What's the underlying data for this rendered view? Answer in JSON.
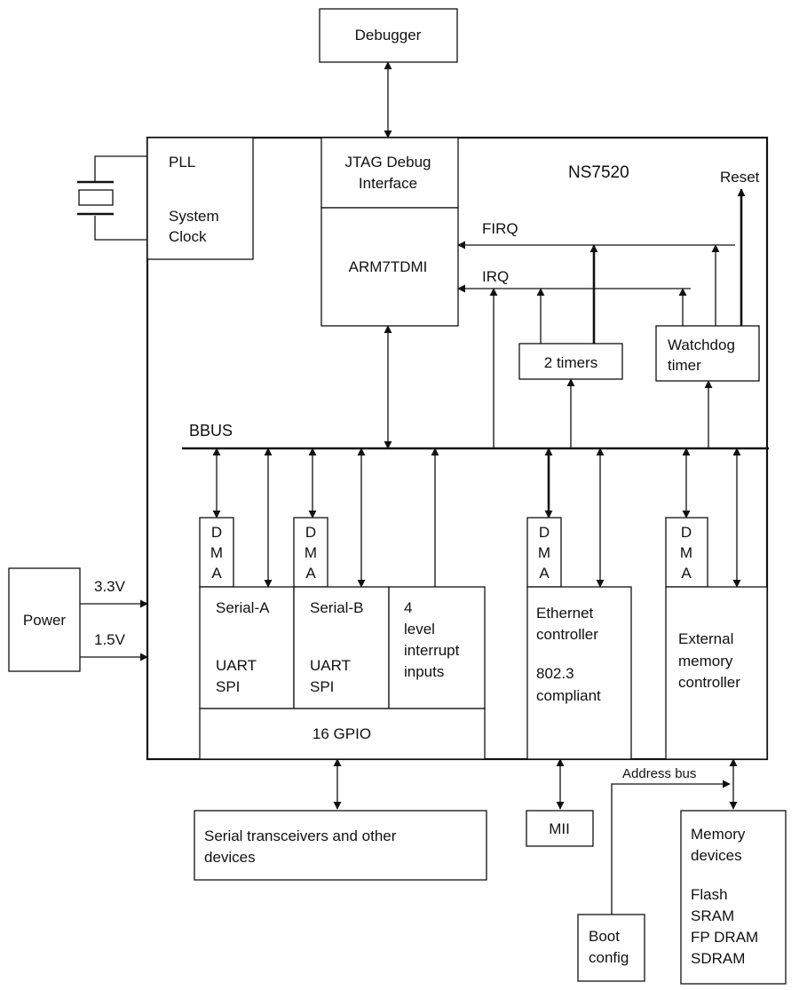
{
  "chip_title": "NS7520",
  "external": {
    "debugger": "Debugger",
    "power": "Power",
    "serial_devices": [
      "Serial transceivers and other",
      "devices"
    ],
    "mii": "MII",
    "memory_devices": [
      "Memory",
      "devices",
      "Flash",
      "SRAM",
      "FP DRAM",
      "SDRAM"
    ],
    "boot_config": [
      "Boot",
      "config"
    ]
  },
  "blocks": {
    "pll": [
      "PLL",
      "System",
      "Clock"
    ],
    "jtag": [
      "JTAG Debug",
      "Interface"
    ],
    "cpu": "ARM7TDMI",
    "timers": "2 timers",
    "watchdog": [
      "Watchdog",
      "timer"
    ],
    "dma": [
      "D",
      "M",
      "A"
    ],
    "serial_a": [
      "Serial-A",
      "UART",
      "SPI"
    ],
    "serial_b": [
      "Serial-B",
      "UART",
      "SPI"
    ],
    "interrupt_inputs": [
      "4",
      "level",
      "interrupt",
      "inputs"
    ],
    "gpio": "16 GPIO",
    "ethernet": [
      "Ethernet",
      "controller",
      "802.3",
      "compliant"
    ],
    "ext_mem": [
      "External",
      "memory",
      "controller"
    ]
  },
  "signals": {
    "bbus": "BBUS",
    "firq": "FIRQ",
    "irq": "IRQ",
    "reset": "Reset",
    "v33": "3.3V",
    "v15": "1.5V",
    "address_bus": "Address bus"
  }
}
